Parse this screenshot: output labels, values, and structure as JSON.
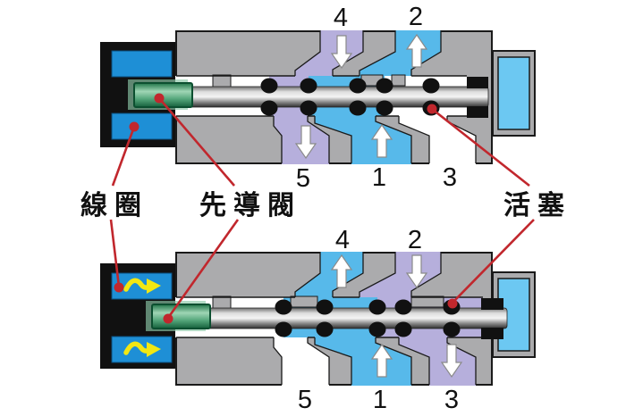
{
  "figure": {
    "kind": "solenoid-valve-cutaway-diagram",
    "colors": {
      "body_gray": "#ABABAD",
      "fluid_blue": "#57B9EA",
      "fluid_purple": "#B6AFDC",
      "coil_blue": "#1E8FD6",
      "chamber_blue": "#6CC8F2",
      "pilot_green": "#2E8F5D",
      "housing_black": "#111111",
      "callout_red": "#C1272D",
      "energized_yellow": "#F2E713",
      "rod_silver": "#C0C0C0"
    }
  },
  "callouts": {
    "coil": "線圈",
    "pilot_valve": "先導閥",
    "piston": "活塞"
  },
  "states": [
    {
      "coils_energized": false,
      "port_labels": {
        "p4": "4",
        "p2": "2",
        "p5": "5",
        "p1": "1",
        "p3": "3"
      },
      "flows": {
        "p4": "down",
        "p2": "up",
        "p5": "down",
        "p1": "up",
        "p3": "none"
      }
    },
    {
      "coils_energized": true,
      "port_labels": {
        "p4": "4",
        "p2": "2",
        "p5": "5",
        "p1": "1",
        "p3": "3"
      },
      "flows": {
        "p4": "up",
        "p2": "down",
        "p5": "none",
        "p1": "up",
        "p3": "down"
      }
    }
  ]
}
